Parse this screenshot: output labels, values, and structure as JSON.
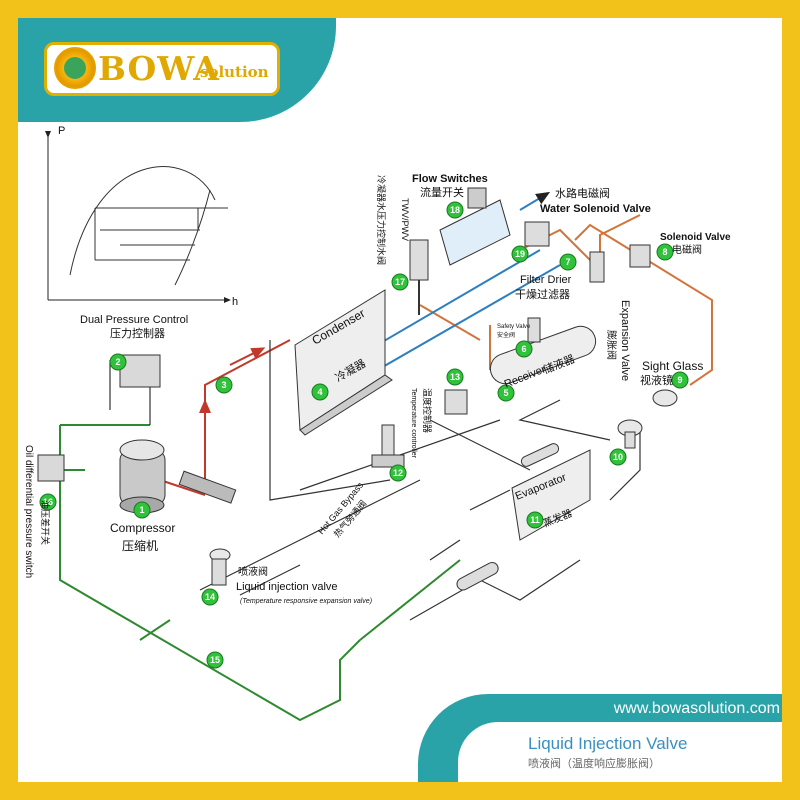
{
  "brand": {
    "logo_word": "BOWA",
    "logo_sub": "solution",
    "website": "www.bowasolution.com"
  },
  "footer": {
    "title_en": "Liquid Injection Valve",
    "title_cn": "喷液阀（温度响应膨胀阀）"
  },
  "ph_chart": {
    "y_label": "P",
    "x_label": "h"
  },
  "components": [
    {
      "num": "1",
      "label": "Compressor",
      "label_cn": "压缩机"
    },
    {
      "num": "2",
      "label": "Dual Pressure Control",
      "label_cn": "压力控制器"
    },
    {
      "num": "3",
      "label": "",
      "label_cn": ""
    },
    {
      "num": "4",
      "label": "Condenser",
      "label_cn": "冷凝器"
    },
    {
      "num": "5",
      "label": "Receiver",
      "label_cn": "储液器"
    },
    {
      "num": "6",
      "label": "Safety Valve",
      "label_cn": "安全阀"
    },
    {
      "num": "7",
      "label": "Filter Drier",
      "label_cn": "干燥过滤器"
    },
    {
      "num": "8",
      "label": "Solenoid Valve",
      "label_cn": "电磁阀"
    },
    {
      "num": "9",
      "label": "Sight Glass",
      "label_cn": "视液镜"
    },
    {
      "num": "10",
      "label": "Expansion Valve",
      "label_cn": "膨胀阀"
    },
    {
      "num": "11",
      "label": "Evaporator",
      "label_cn": "蒸发器"
    },
    {
      "num": "12",
      "label": "Hot Gas Bypass",
      "label_cn": "热气旁通阀"
    },
    {
      "num": "13",
      "label": "Temperature controller",
      "label_cn": "温度控制器"
    },
    {
      "num": "14",
      "label": "Liquid injection valve",
      "label_cn": "喷液阀",
      "note": "(Temperature responsive expansion valve)"
    },
    {
      "num": "15",
      "label": "",
      "label_cn": ""
    },
    {
      "num": "16",
      "label": "Oil differential pressure switch",
      "label_cn": "油压差开关"
    },
    {
      "num": "17",
      "label": "TWV/PWV",
      "label_cn": "冷凝器水压力控制水阀"
    },
    {
      "num": "18",
      "label": "Flow Switches",
      "label_cn": "流量开关"
    },
    {
      "num": "19",
      "label": "Water Solenoid Valve",
      "label_cn": "水路电磁阀"
    }
  ]
}
